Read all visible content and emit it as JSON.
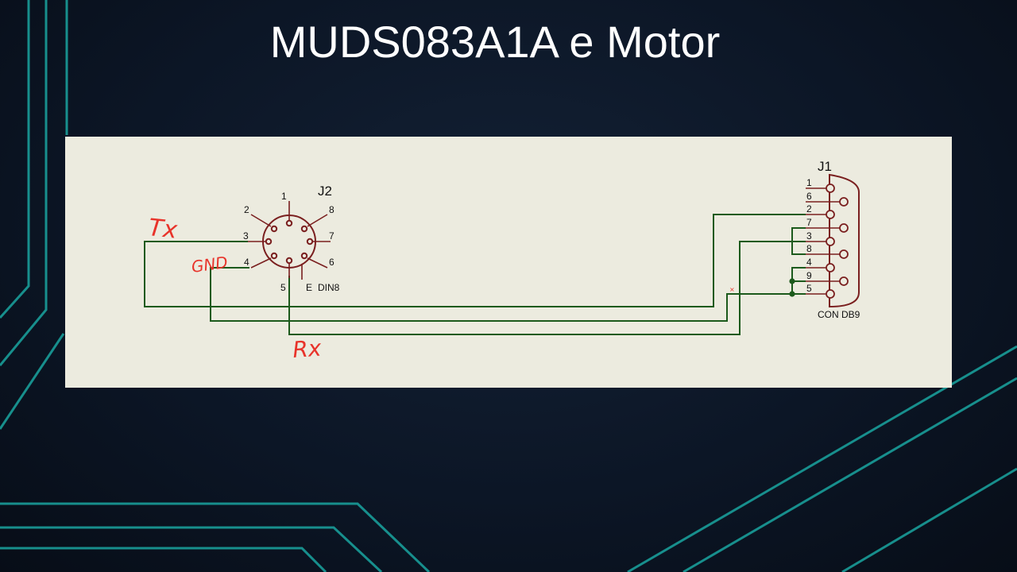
{
  "slide": {
    "title": "MUDS083A1A e Motor"
  },
  "schematic": {
    "din8": {
      "reference": "J2",
      "part_name": "DIN8",
      "extra_label": "E",
      "pins": [
        "1",
        "2",
        "3",
        "4",
        "5",
        "6",
        "7",
        "8"
      ]
    },
    "db9": {
      "reference": "J1",
      "part_name": "CON DB9",
      "pins": [
        "1",
        "6",
        "2",
        "7",
        "3",
        "8",
        "4",
        "9",
        "5"
      ]
    },
    "annotations": {
      "tx": "Tx",
      "gnd": "GND",
      "rx": "Rx"
    }
  },
  "colors": {
    "panel": "#ecebdf",
    "wire": "#1c5a1c",
    "component": "#7a1f1f",
    "annotation": "#e8332a",
    "accent_lines": "#1aa5a0"
  }
}
